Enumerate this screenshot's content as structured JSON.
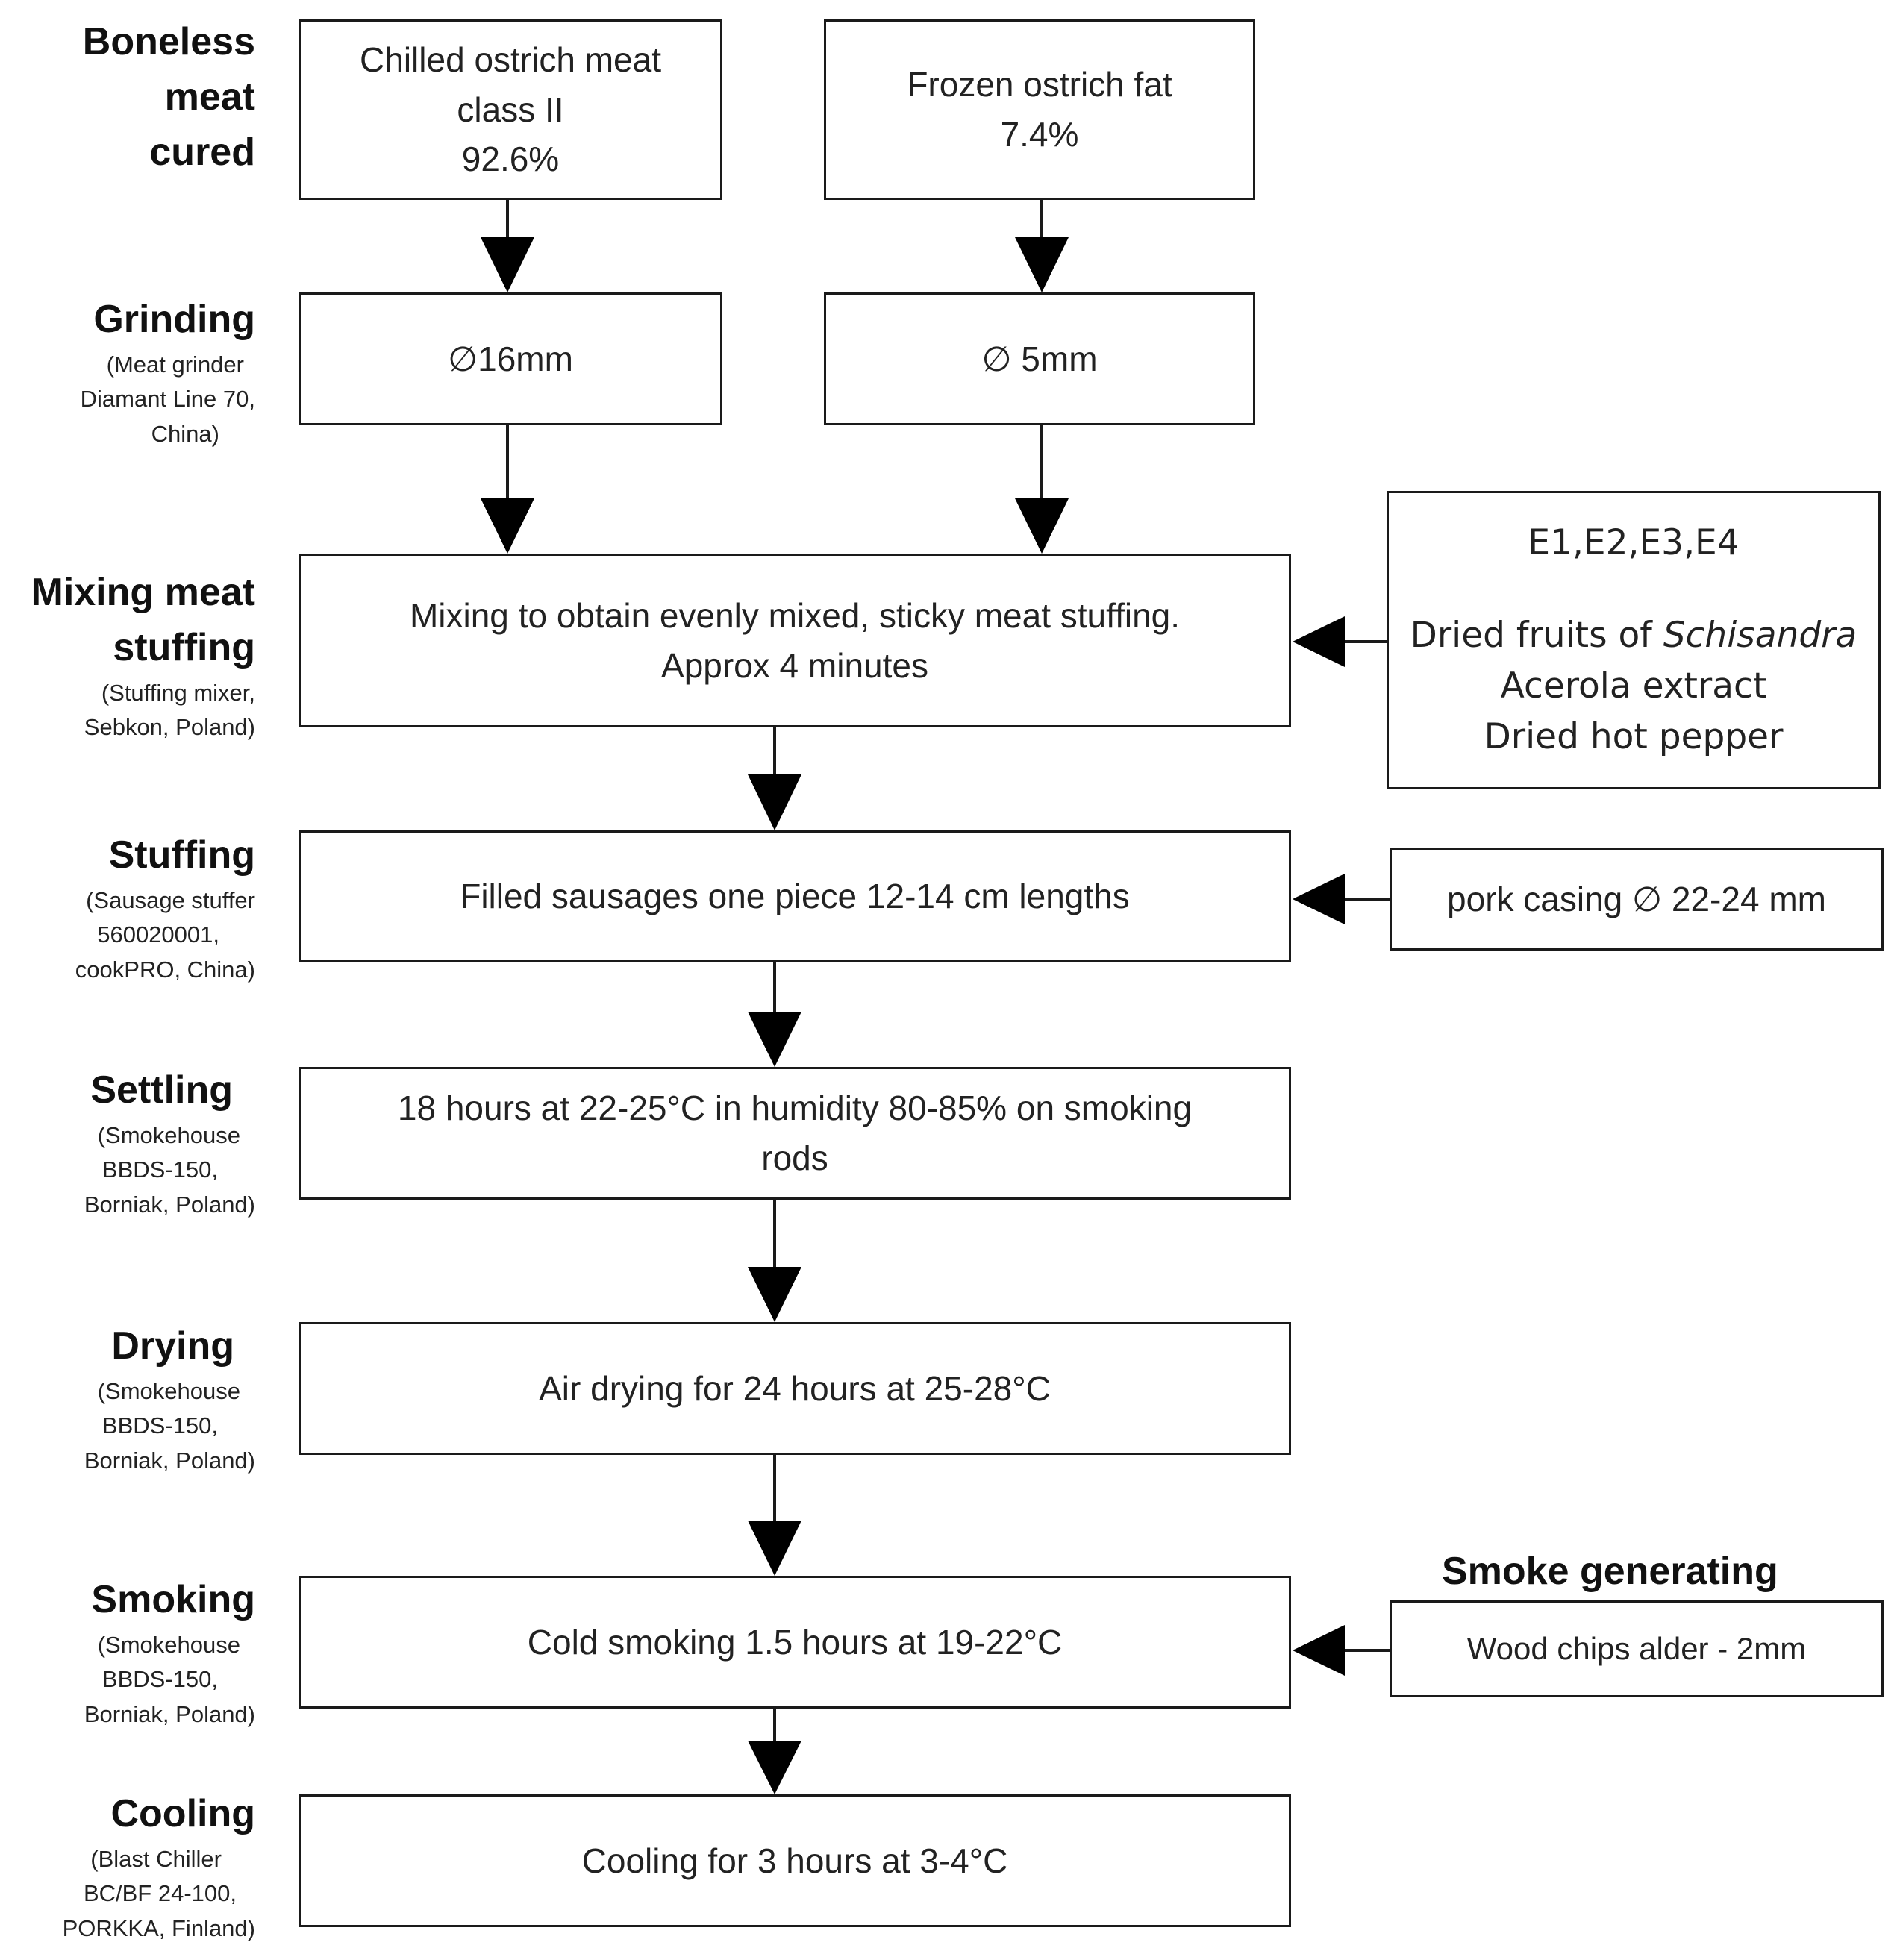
{
  "steps": {
    "boneless": {
      "title_lines": [
        "Boneless",
        "meat",
        "cured"
      ]
    },
    "grinding": {
      "title": "Grinding",
      "equipment_lines": [
        "(Meat grinder",
        "Diamant Line 70,",
        "China)"
      ]
    },
    "mixing": {
      "title_lines": [
        "Mixing meat",
        "stuffing"
      ],
      "equipment_lines": [
        "(Stuffing mixer,",
        "Sebkon, Poland)"
      ]
    },
    "stuffing": {
      "title": "Stuffing",
      "equipment_lines": [
        "(Sausage stuffer",
        "560020001,",
        "cookPRO, China)"
      ]
    },
    "settling": {
      "title": "Settling",
      "equipment_lines": [
        "(Smokehouse",
        "BBDS-150,",
        "Borniak, Poland)"
      ]
    },
    "drying": {
      "title": "Drying",
      "equipment_lines": [
        "(Smokehouse",
        "BBDS-150,",
        "Borniak, Poland)"
      ]
    },
    "smoking": {
      "title": "Smoking",
      "equipment_lines": [
        "(Smokehouse",
        "BBDS-150,",
        "Borniak, Poland)"
      ]
    },
    "cooling": {
      "title": "Cooling",
      "equipment_lines": [
        "(Blast Chiller",
        "BC/BF 24-100,",
        "PORKKA, Finland)"
      ]
    }
  },
  "boxes": {
    "meat": [
      "Chilled ostrich meat",
      "class II",
      "92.6%"
    ],
    "fat": [
      "Frozen ostrich fat",
      "7.4%"
    ],
    "grind_meat": "∅16mm",
    "grind_fat": "∅ 5mm",
    "mixing": [
      "Mixing to obtain evenly mixed, sticky meat stuffing.",
      "Approx 4 minutes"
    ],
    "additives": {
      "line1": "E1,E2,E3,E4",
      "line2_prefix": "Dried fruits of ",
      "line2_italic": "Schisandra",
      "line3": "Acerola extract",
      "line4": "Dried hot pepper"
    },
    "stuffing": "Filled sausages one piece 12-14 cm lengths",
    "casing": "pork casing ∅ 22-24 mm",
    "settling": [
      "18 hours at 22-25°C in humidity 80-85% on smoking",
      "rods"
    ],
    "drying": "Air drying for 24 hours at 25-28°C",
    "smoking": "Cold smoking 1.5 hours at 19-22°C",
    "smoke_heading": "Smoke generating",
    "wood": "Wood chips alder - 2mm",
    "cooling": "Cooling for 3 hours at 3-4°C"
  }
}
